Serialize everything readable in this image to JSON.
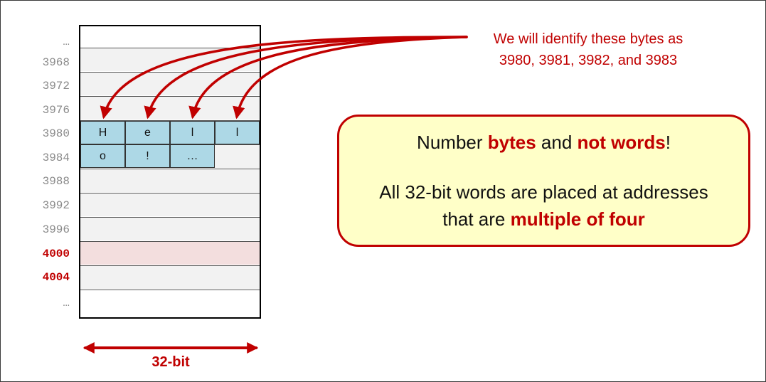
{
  "addresses": [
    {
      "label": "…",
      "highlight": false
    },
    {
      "label": "3968",
      "highlight": false
    },
    {
      "label": "3972",
      "highlight": false
    },
    {
      "label": "3976",
      "highlight": false
    },
    {
      "label": "3980",
      "highlight": false
    },
    {
      "label": "3984",
      "highlight": false
    },
    {
      "label": "3988",
      "highlight": false
    },
    {
      "label": "3992",
      "highlight": false
    },
    {
      "label": "3996",
      "highlight": false
    },
    {
      "label": "4000",
      "highlight": true
    },
    {
      "label": "4004",
      "highlight": true
    },
    {
      "label": "…",
      "highlight": false
    }
  ],
  "bytes_row1": [
    "H",
    "e",
    "l",
    "l"
  ],
  "bytes_row2": [
    "o",
    "!",
    "…"
  ],
  "note": {
    "line1": "We will identify these bytes as",
    "line2": "3980, 3981, 3982, and 3983"
  },
  "callout": {
    "l1_a": "Number ",
    "l1_b": "bytes",
    "l1_c": " and ",
    "l1_d": "not words",
    "l1_e": "!",
    "l2": "All 32-bit words are placed at addresses",
    "l3_a": "that are ",
    "l3_b": "multiple of four"
  },
  "width_label": "32-bit",
  "colors": {
    "accent": "#c00000",
    "byte_fill": "#add8e6",
    "callout_fill": "#ffffc8",
    "row_fill": "#f2f2f2",
    "row_highlight": "#f3dede",
    "address_gray": "#8a8a8a"
  }
}
